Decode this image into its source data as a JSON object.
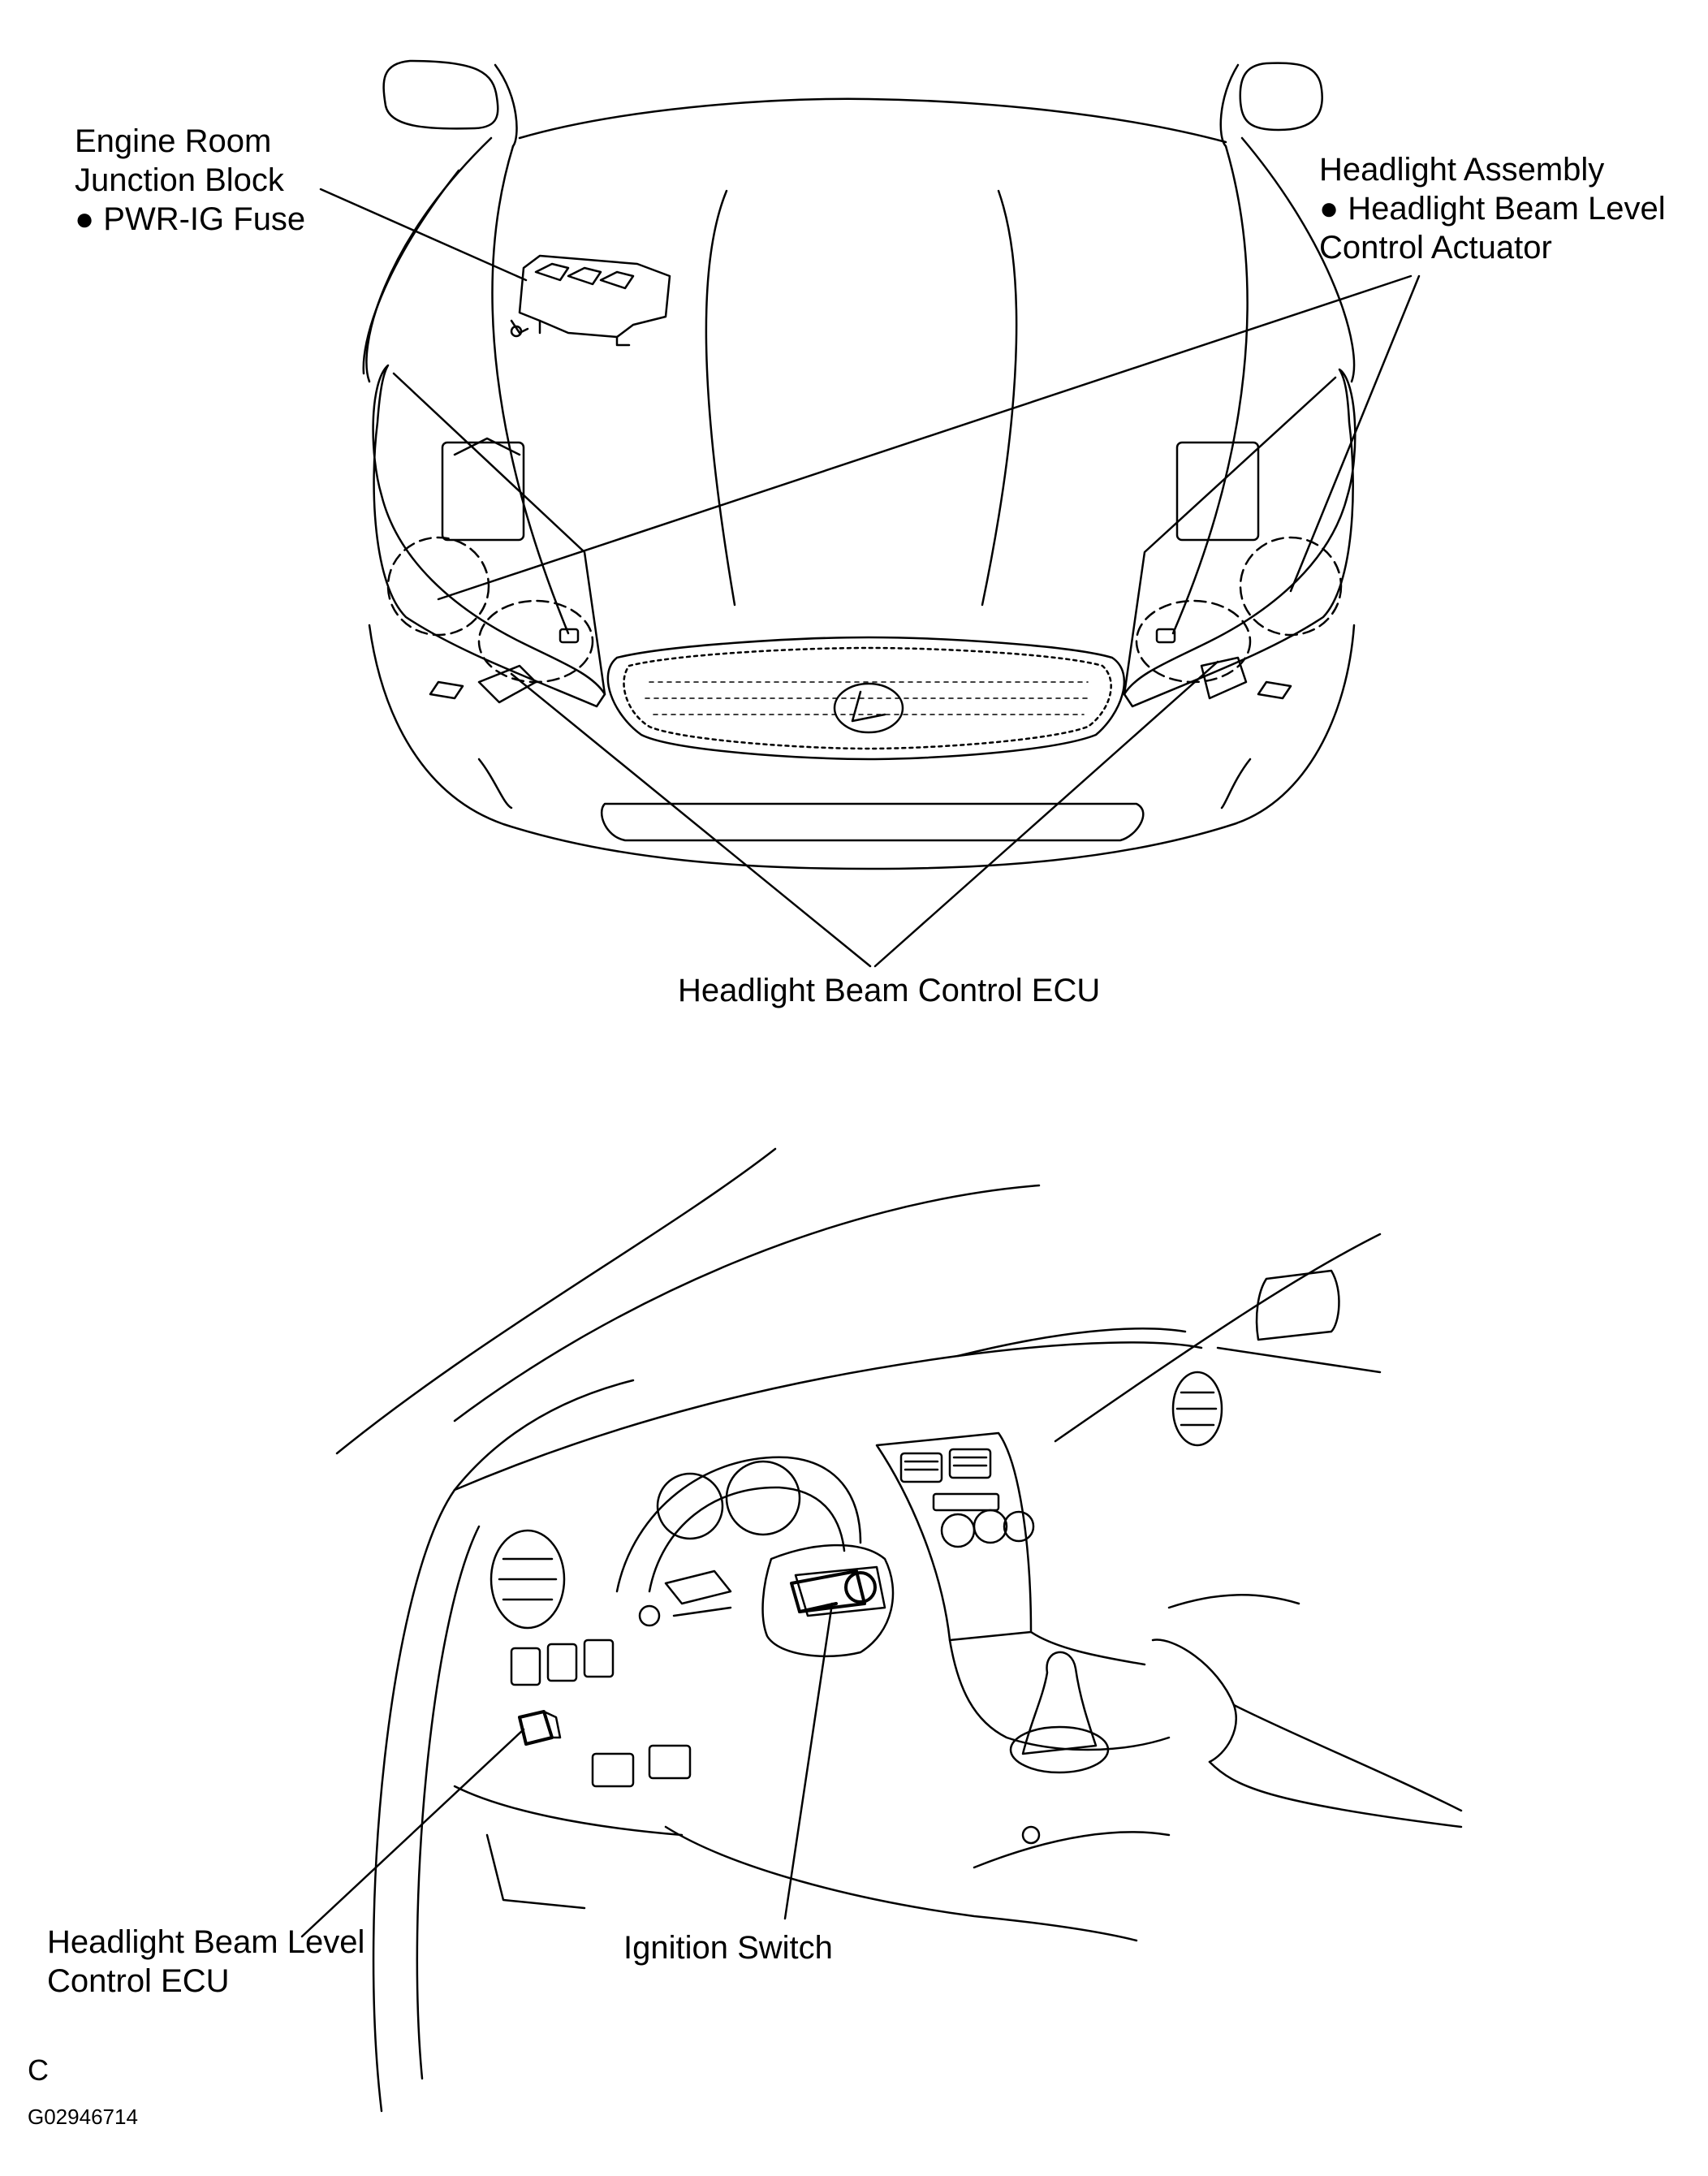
{
  "labels": {
    "engine_room_junction_block": {
      "line1": "Engine Room",
      "line2": "Junction Block",
      "line3": "● PWR-IG Fuse"
    },
    "headlight_assembly": {
      "line1": "Headlight Assembly",
      "line2": "● Headlight Beam Level",
      "line3": "Control Actuator"
    },
    "headlight_beam_control_ecu": "Headlight Beam Control ECU",
    "headlight_beam_level_control_ecu": {
      "line1": "Headlight Beam Level",
      "line2": "Control ECU"
    },
    "ignition_switch": "Ignition Switch"
  },
  "footer": {
    "section_letter": "C",
    "figure_code": "G02946714"
  },
  "colors": {
    "line": "#000000",
    "background": "#ffffff"
  }
}
